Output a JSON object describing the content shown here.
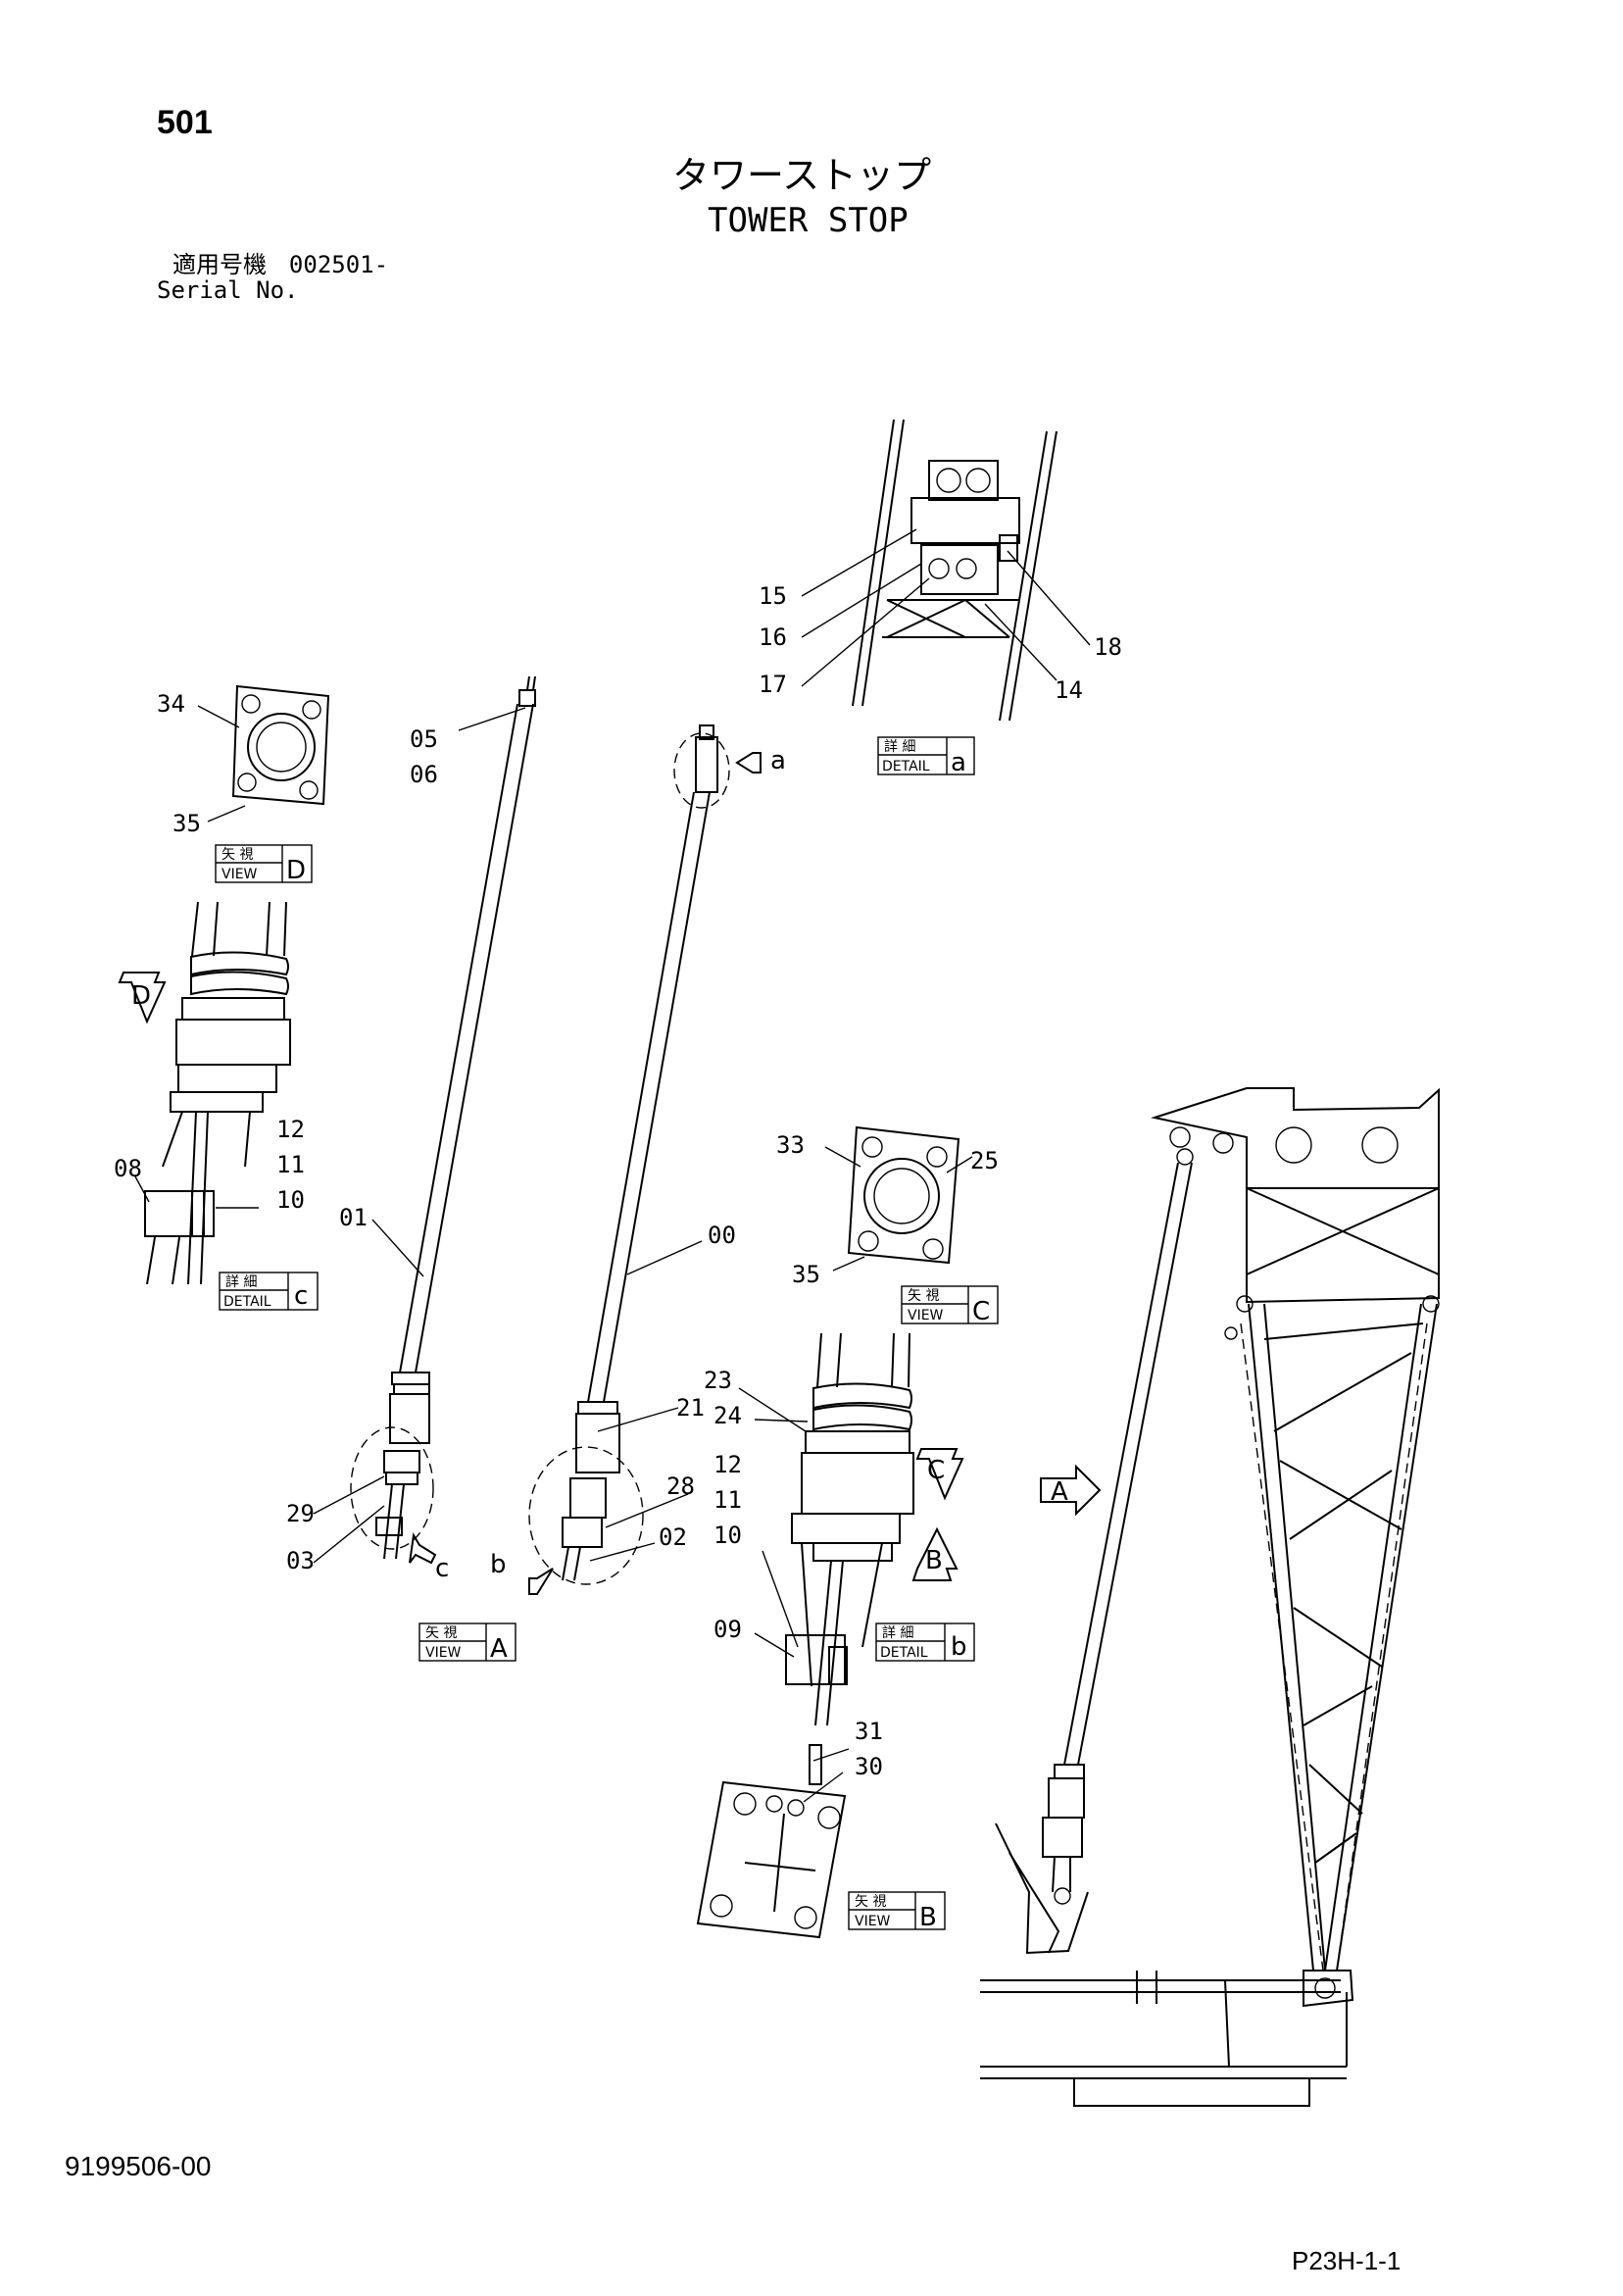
{
  "header": {
    "page_number": "501",
    "title_jp": "タワーストップ",
    "title_en": "TOWER STOP",
    "serial_label_jp": "適用号機",
    "serial_value": "002501-",
    "serial_label_en": "Serial No."
  },
  "footer": {
    "doc_number": "9199506-00",
    "page_ref": "P23H-1-1"
  },
  "callouts": {
    "c00": "00",
    "c01": "01",
    "c02": "02",
    "c03": "03",
    "c05": "05",
    "c06": "06",
    "c08": "08",
    "c09": "09",
    "c10a": "10",
    "c11a": "11",
    "c12a": "12",
    "c10b": "10",
    "c11b": "11",
    "c12b": "12",
    "c14": "14",
    "c15": "15",
    "c16": "16",
    "c17": "17",
    "c18": "18",
    "c21": "21",
    "c23": "23",
    "c24": "24",
    "c25": "25",
    "c28": "28",
    "c29": "29",
    "c30": "30",
    "c31": "31",
    "c33": "33",
    "c34": "34",
    "c35a": "35",
    "c35b": "35"
  },
  "view_boxes": {
    "detail_top": "詳 細",
    "detail_bottom": "DETAIL",
    "view_top": "矢 視",
    "view_bottom": "VIEW",
    "detail_a": "a",
    "detail_b": "b",
    "detail_c": "c",
    "view_a": "A",
    "view_b": "B",
    "view_c": "C",
    "view_d": "D"
  },
  "arrow_labels": {
    "a_small": "a",
    "b_small": "b",
    "c_small": "c",
    "A": "A",
    "B": "B",
    "C": "C",
    "D": "D"
  }
}
